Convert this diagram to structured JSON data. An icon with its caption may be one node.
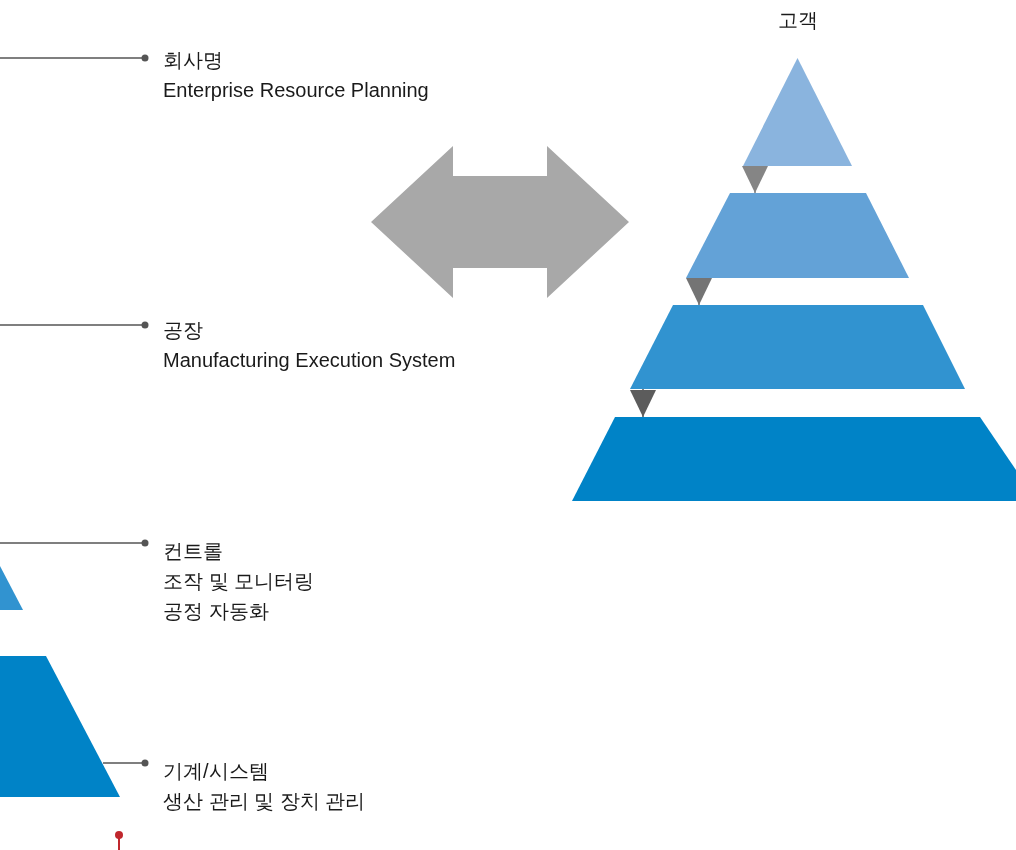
{
  "diagram": {
    "nodes": [
      {
        "text": [
          "회사명",
          "Enterprise Resource Planning"
        ]
      },
      {
        "text": [
          "공장",
          "Manufacturing Execution System"
        ]
      },
      {
        "text": [
          "컨트롤",
          "조작 및 모니터링",
          "공정 자동화"
        ]
      },
      {
        "text": [
          "기계/시스템",
          "생산 관리 및 장치 관리"
        ]
      },
      {
        "text": [],
        "shape": "trapezoid"
      },
      {
        "text": [],
        "shape": "trapezoid"
      },
      {
        "text": [],
        "shape": "triangle",
        "beside": [
          "고객"
        ]
      },
      {
        "text": [],
        "shape": "trapezoid"
      },
      {
        "text": [],
        "shape": "trapezoid"
      },
      {
        "text": [],
        "shape": "trapezoid"
      }
    ],
    "edges": [
      {
        "from": 0,
        "to": null,
        "arrow": "other"
      },
      {
        "from": 1,
        "to": null,
        "arrow": "other"
      },
      {
        "from": 2,
        "to": null,
        "arrow": "other"
      },
      {
        "from": 3,
        "to": 5,
        "arrow": "other"
      },
      {
        "from": 6,
        "to": 7,
        "arrow": "to",
        "color": "#858585"
      },
      {
        "from": 7,
        "to": 8,
        "arrow": "to",
        "color": "#747474"
      },
      {
        "from": 8,
        "to": 9,
        "arrow": "to",
        "color": "#5c5c5c"
      }
    ]
  }
}
